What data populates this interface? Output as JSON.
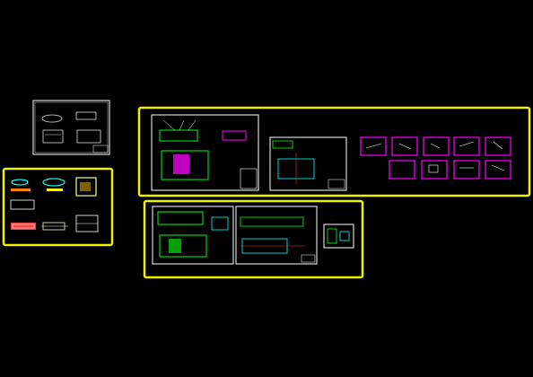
{
  "canvas": {
    "background": "#000000"
  },
  "colors": {
    "group_frame": "#f0f000",
    "sheet_border": "#ffffff",
    "drawing_green": "#00ff00",
    "drawing_magenta": "#ff00ff",
    "drawing_cyan": "#00ffff",
    "drawing_red": "#ff3030"
  },
  "groups": [
    {
      "name": "group-left",
      "sheet_count": 6
    },
    {
      "name": "group-top-right",
      "sheet_count": 11
    },
    {
      "name": "group-bottom",
      "sheet_count": 3
    }
  ],
  "loose_sheets": 1
}
